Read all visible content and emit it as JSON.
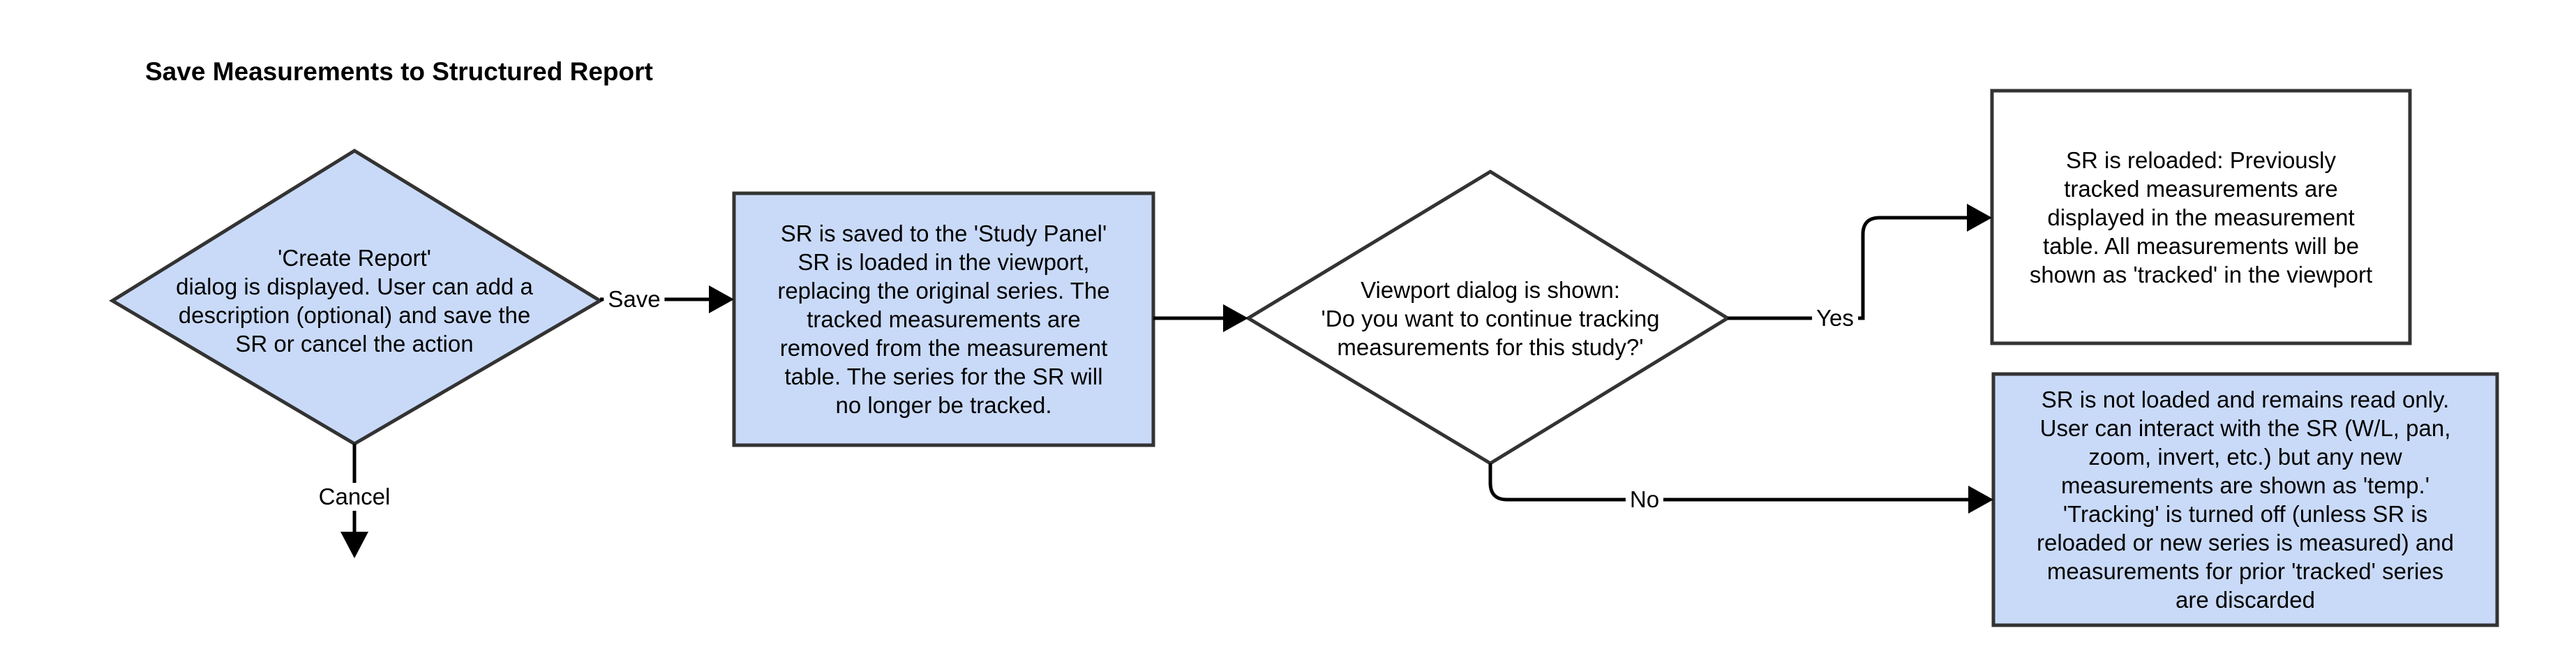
{
  "title": "Save Measurements to Structured Report",
  "colors": {
    "node_fill_blue": "#c9daf8",
    "node_fill_white": "#ffffff",
    "stroke": "#333333",
    "edge": "#000000"
  },
  "nodes": {
    "create_report": {
      "shape": "diamond",
      "lines": [
        "'Create Report'",
        "dialog is displayed. User can add a",
        "description (optional) and save the",
        "SR or cancel the action"
      ]
    },
    "sr_saved": {
      "shape": "rectangle",
      "lines": [
        "SR is saved to the 'Study Panel'",
        "SR is loaded in the viewport,",
        "replacing the original series. The",
        "tracked measurements are",
        "removed from the measurement",
        "table. The series for the SR will",
        "no longer be tracked."
      ]
    },
    "viewport_dialog": {
      "shape": "diamond",
      "lines": [
        "Viewport dialog is shown:",
        "'Do you want to continue tracking",
        "measurements for this study?'"
      ]
    },
    "sr_reloaded": {
      "shape": "rectangle",
      "lines": [
        "SR is reloaded: Previously",
        "tracked measurements are",
        "displayed in the measurement",
        "table. All measurements will be",
        "shown as 'tracked' in the viewport"
      ]
    },
    "sr_not_loaded": {
      "shape": "rectangle",
      "lines": [
        "SR is not loaded and remains read only.",
        "User can interact with the SR (W/L, pan,",
        "zoom, invert, etc.) but any new",
        "measurements are shown as 'temp.'",
        "'Tracking' is turned off (unless SR is",
        "reloaded or new series is measured) and",
        "measurements for prior 'tracked' series",
        "are discarded"
      ]
    }
  },
  "edges": {
    "save": "Save",
    "cancel": "Cancel",
    "yes": "Yes",
    "no": "No"
  }
}
